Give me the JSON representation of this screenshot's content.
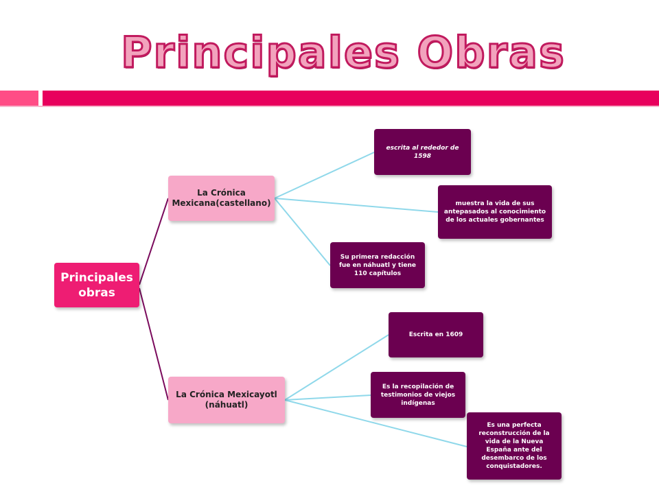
{
  "slide": {
    "title": "Principales Obras"
  },
  "diagram": {
    "root": {
      "label": "Principales obras"
    },
    "branches": [
      {
        "label": "La Crónica Mexicana(castellano)",
        "children": [
          {
            "label": "escrita al rededor de 1598"
          },
          {
            "label": "muestra la vida de sus antepasados al conocimiento de los actuales gobernantes"
          },
          {
            "label": "Su primera redacción fue en náhuatl y tiene 110 capítulos"
          }
        ]
      },
      {
        "label": "La Crónica Mexicayotl (náhuatl)",
        "children": [
          {
            "label": "Escrita en 1609"
          },
          {
            "label": "Es la recopilación de testimonios de viejos indígenas"
          },
          {
            "label": "Es una perfecta reconstrucción de la vida de la Nueva España ante del desembarco de los conquistadores."
          }
        ]
      }
    ]
  },
  "colors": {
    "accent_bar": "#e8005d",
    "root_fill": "#ee1d73",
    "branch_fill": "#f7a8c8",
    "leaf_fill": "#6b0050",
    "root_connector": "#7a0a5c",
    "leaf_connector": "#8fd8ea"
  }
}
